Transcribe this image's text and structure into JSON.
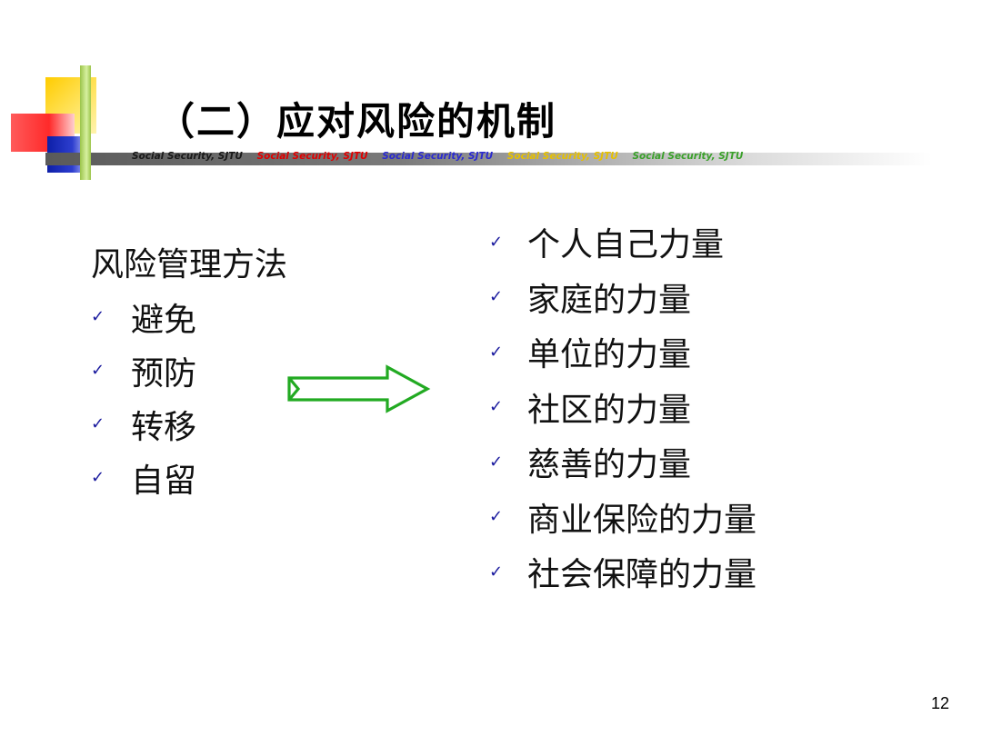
{
  "slide": {
    "title": "（二）应对风险的机制",
    "banner": [
      {
        "text": "Social Security,  SJTU",
        "color": "#1a1a1a"
      },
      {
        "text": "Social Security,  SJTU",
        "color": "#e00000"
      },
      {
        "text": "Social Security,  SJTU",
        "color": "#2a2ad0"
      },
      {
        "text": "Social Security,  SJTU",
        "color": "#e6c000"
      },
      {
        "text": "Social Security,  SJTU",
        "color": "#3aa02a"
      }
    ],
    "left": {
      "heading": "风险管理方法",
      "items": [
        "避免",
        "预防",
        "转移",
        "自留"
      ]
    },
    "right": {
      "items": [
        "个人自己力量",
        "家庭的力量",
        "单位的力量",
        "社区的力量",
        "慈善的力量",
        "商业保险的力量",
        "社会保障的力量"
      ]
    },
    "check_glyph": "✓",
    "arrow_color": "#22aa22",
    "page_number": "12"
  }
}
